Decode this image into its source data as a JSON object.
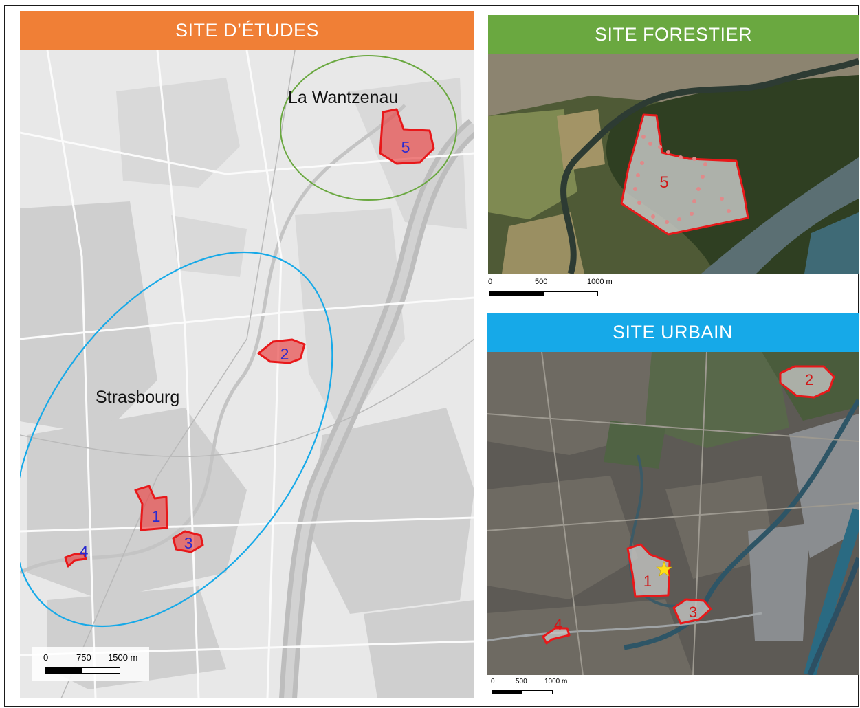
{
  "study": {
    "banner": "SITE D’ÉTUDES",
    "banner_color": "#f07f36",
    "label_wantzenau": "La Wantzenau",
    "label_strasbourg": "Strasbourg",
    "site_numbers": [
      "1",
      "2",
      "3",
      "4",
      "5"
    ],
    "scale": {
      "zero": "0",
      "mid": "750",
      "end": "1500 m"
    }
  },
  "forest": {
    "banner": "SITE FORESTIER",
    "banner_color": "#6aa840",
    "site_number": "5",
    "scale": {
      "zero": "0",
      "mid": "500",
      "end": "1000 m"
    }
  },
  "urban": {
    "banner": "SITE URBAIN",
    "banner_color": "#16a9e8",
    "site_numbers": [
      "1",
      "2",
      "3",
      "4"
    ],
    "scale": {
      "zero": "0",
      "mid": "500",
      "end": "1000 m"
    }
  },
  "colors": {
    "zone_fill": "#e84a4a",
    "zone_stroke": "#e8181a",
    "forest_ellipse": "#6aa840",
    "urban_ellipse": "#16a9e8",
    "number_blue": "#2a2ad0",
    "number_red": "#d01818",
    "star": "#ffe01a"
  }
}
